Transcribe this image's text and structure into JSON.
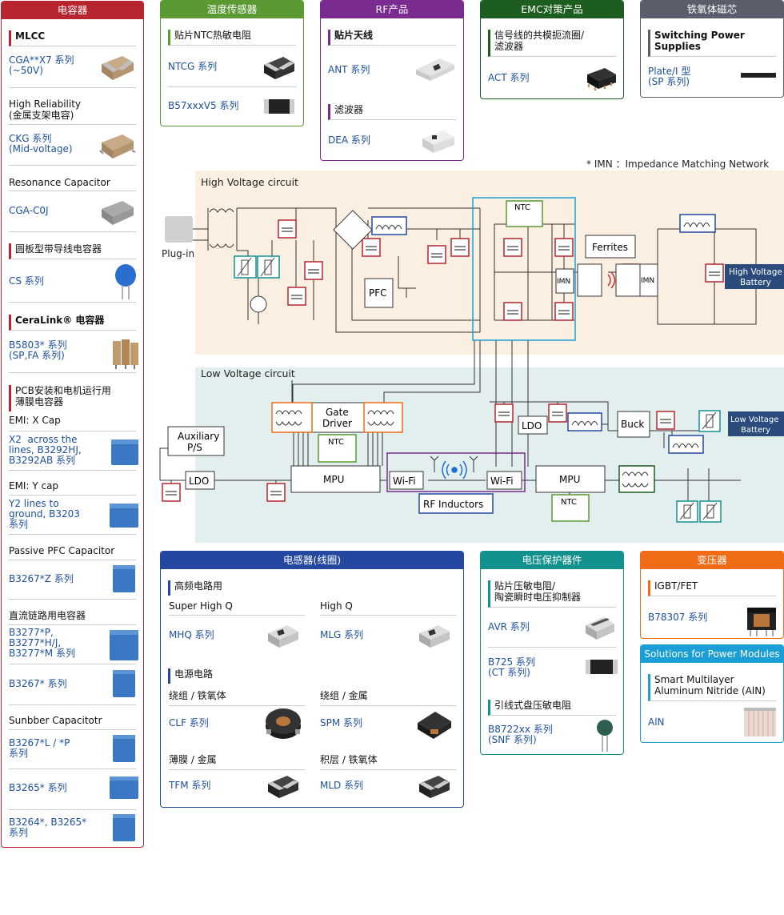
{
  "capacitors": {
    "title": "电容器",
    "color": "#b8252f",
    "mlcc": "MLCC",
    "cga_x7": "CGA**X7 系列\n(~50V)",
    "high_rel": "High Reliability\n(金属支架电容)",
    "ckg": "CKG 系列\n(Mid-voltage)",
    "resonance": "Resonance Capacitor",
    "cga_c0j": "CGA-C0J",
    "disc": "圆板型带导线电容器",
    "cs": "CS 系列",
    "ceralink": "CeraLink® 电容器",
    "b5803": "B5803* 系列\n(SP,FA 系列)",
    "film": "PCB安装和电机运行用\n薄膜电容器",
    "emi_x": "EMI: X Cap",
    "x2": "X2  across the\nlines, B3292HJ,\nB3292AB 系列",
    "emi_y": "EMI: Y cap",
    "y2": "Y2 lines to\nground, B3203\n系列",
    "pfc": "Passive PFC Capacitor",
    "b3267z": "B3267*Z 系列",
    "dclink": "直流链路用电容器",
    "b3277": "B3277*P,\nB3277*H/J,\nB3277*M 系列",
    "b3267": "B3267* 系列",
    "snubber": "Sunbber Capacitotr",
    "b3267l": "B3267*L / *P\n系列",
    "b3265": "B3265* 系列",
    "b3264": "B3264*, B3265*\n系列"
  },
  "temp": {
    "title": "温度传感器",
    "color": "#5b9a33",
    "sec": "贴片NTC热敏电阻",
    "ntcg": "NTCG 系列",
    "b57": "B57xxxV5 系列"
  },
  "rf": {
    "title": "RF产品",
    "color": "#7a2b8f",
    "ant_sec": "贴片天线",
    "ant": "ANT 系列",
    "filter_sec": "滤波器",
    "dea": "DEA 系列"
  },
  "emc": {
    "title": "EMC对策产品",
    "color": "#1d5e20",
    "sec": "信号线的共模扼流圈/\n滤波器",
    "act": "ACT 系列"
  },
  "ferrite": {
    "title": "铁氧体磁芯",
    "color": "#5a5e6b",
    "sec": "Switching Power\nSupplies",
    "plate": "Plate/I 型\n(SP 系列)"
  },
  "note": "* IMN ：Impedance Matching Network",
  "diagram": {
    "hv_title": "High Voltage circuit",
    "lv_title": "Low Voltage circuit",
    "plugin": "Plug-in",
    "pfc": "PFC",
    "ntc": "NTC",
    "ferrites": "Ferrites",
    "imn": "IMN",
    "hv_battery": "High Voltage\nBattery",
    "gate_driver": "Gate\nDriver",
    "aux": "Auxiliary\nP/S",
    "ldo": "LDO",
    "mpu": "MPU",
    "wifi": "Wi-Fi",
    "rf_ind": "RF Inductors",
    "buck": "Buck",
    "lv_battery": "Low Voltage\nBattery",
    "hv_bg": "#fbefe2",
    "lv_bg": "#e3efee"
  },
  "inductors": {
    "title": "电感器(线圈)",
    "color": "#2448a0",
    "hf": "高频电路用",
    "shq": "Super High Q",
    "hq": "High Q",
    "mhq": "MHQ 系列",
    "mlg": "MLG 系列",
    "power": "电源电路",
    "wf": "绕组 / 铁氧体",
    "wm": "绕组 / 金属",
    "clf": "CLF 系列",
    "spm": "SPM 系列",
    "tf": "薄膜 / 金属",
    "mlf": "积层 / 铁氧体",
    "tfm": "TFM 系列",
    "mld": "MLD 系列"
  },
  "protect": {
    "title": "电压保护器件",
    "color": "#13918f",
    "sec": "贴片压敏电阻/\n陶瓷瞬时电压抑制器",
    "avr": "AVR 系列",
    "b725": "B725 系列\n(CT 系列)",
    "lead": "引线式盘压敏电阻",
    "b8722": "B8722xx 系列\n(SNF 系列)"
  },
  "transformer": {
    "title": "变压器",
    "color": "#f06b16",
    "sec": "IGBT/FET",
    "b78307": "B78307 系列"
  },
  "power_mod": {
    "title": "Solutions for Power Modules",
    "color": "#1a9ed6",
    "sec": "Smart Multilayer\nAluminum Nitride (AlN)",
    "aln": "AlN"
  }
}
